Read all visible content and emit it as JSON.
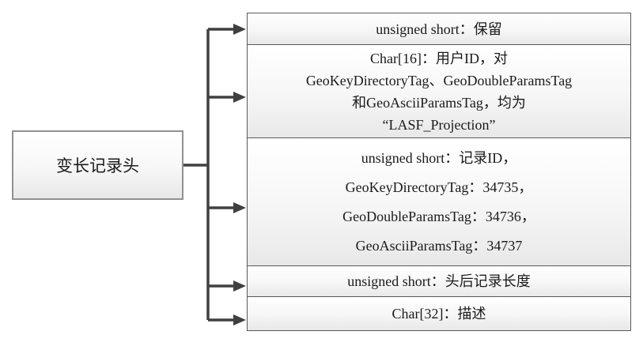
{
  "figure": {
    "root_box": {
      "label": "变长记录头"
    },
    "field_boxes": [
      {
        "id": "reserved",
        "lines": [
          "unsigned short：保留"
        ]
      },
      {
        "id": "user-id",
        "lines": [
          "Char[16]：用户ID，对",
          "GeoKeyDirectoryTag、GeoDoubleParamsTag",
          "和GeoAsciiParamsTag，均为",
          "“LASF_Projection”"
        ]
      },
      {
        "id": "record-id",
        "lines": [
          "unsigned short：记录ID，",
          "GeoKeyDirectoryTag：34735，",
          "GeoDoubleParamsTag：34736，",
          "GeoAsciiParamsTag：34737"
        ]
      },
      {
        "id": "record-length",
        "lines": [
          "unsigned short：头后记录长度"
        ]
      },
      {
        "id": "description",
        "lines": [
          "Char[32]：描述"
        ]
      }
    ],
    "colors": {
      "connector": "#404040",
      "left_box_border": "#919191",
      "right_box_border": "#595959",
      "box_fill_top": "#ffffff",
      "box_fill_bottom": "#e8e8e8",
      "text": "#1a1a1a"
    }
  }
}
